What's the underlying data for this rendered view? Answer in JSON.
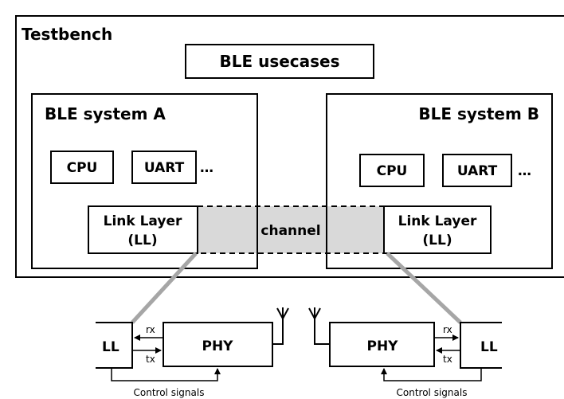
{
  "testbench": {
    "label": "Testbench"
  },
  "usecases": {
    "label": "BLE usecases"
  },
  "system_a": {
    "label": "BLE system A",
    "cpu": "CPU",
    "uart": "UART",
    "ellipsis": "…",
    "ll_line1": "Link Layer",
    "ll_line2": "(LL)"
  },
  "system_b": {
    "label": "BLE system B",
    "cpu": "CPU",
    "uart": "UART",
    "ellipsis": "…",
    "ll_line1": "Link Layer",
    "ll_line2": "(LL)"
  },
  "channel": {
    "label": "channel"
  },
  "detail_left": {
    "ll": "LL",
    "phy": "PHY",
    "rx": "rx",
    "tx": "tx",
    "control": "Control signals"
  },
  "detail_right": {
    "ll": "LL",
    "phy": "PHY",
    "rx": "rx",
    "tx": "tx",
    "control": "Control signals"
  },
  "colors": {
    "channel_fill": "#d9d9d9",
    "connector": "#a6a6a6"
  }
}
